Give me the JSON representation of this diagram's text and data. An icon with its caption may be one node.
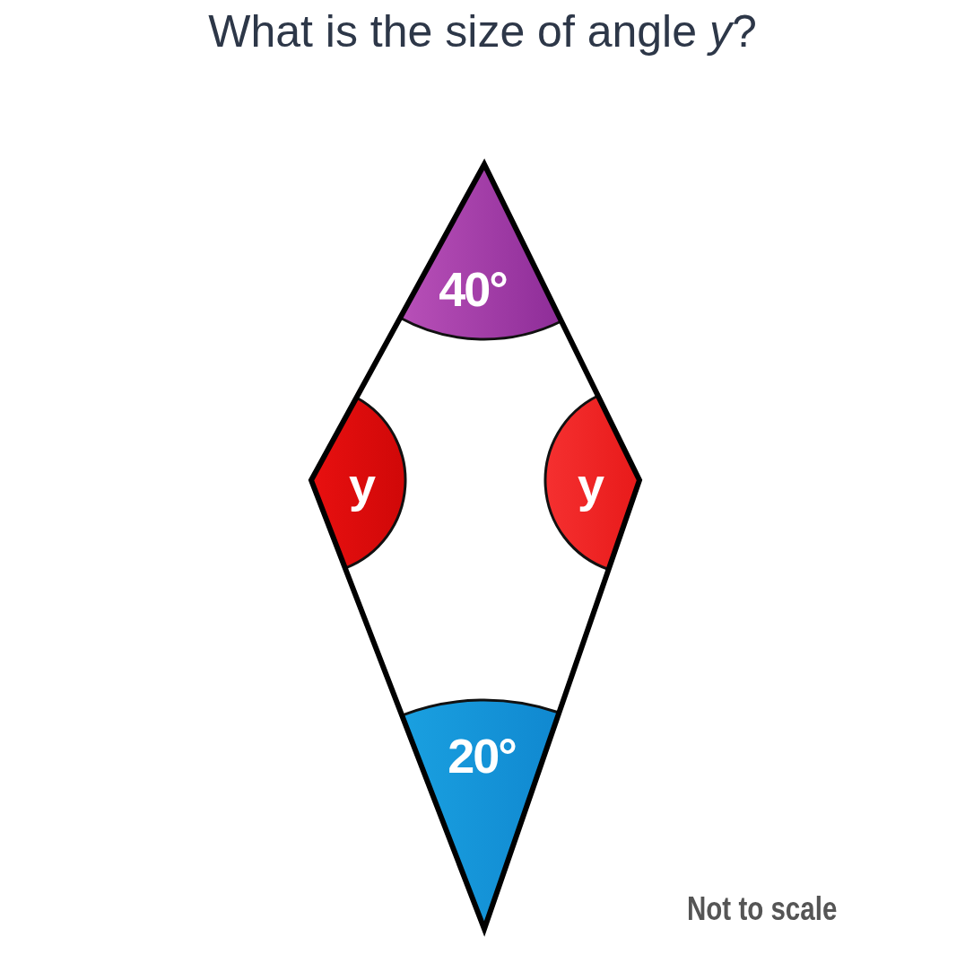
{
  "diagram": {
    "title": "What is the size of angle *y*?",
    "nodes": [
      {
        "text": [
          "40°"
        ]
      },
      {
        "text": [
          "y"
        ]
      },
      {
        "text": [
          "y"
        ]
      },
      {
        "text": [
          "20°"
        ]
      }
    ],
    "labels": [
      "Not to scale"
    ]
  }
}
